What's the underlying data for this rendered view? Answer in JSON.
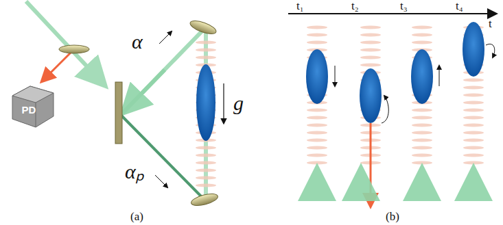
{
  "diagram": {
    "nodes": [
      {
        "text": [
          "PD"
        ]
      }
    ],
    "labels": [
      "α",
      "αₚ",
      "g⃗",
      "t₁",
      "t₂",
      "t₃",
      "t₄",
      "t",
      "(a)",
      "(b)"
    ]
  }
}
